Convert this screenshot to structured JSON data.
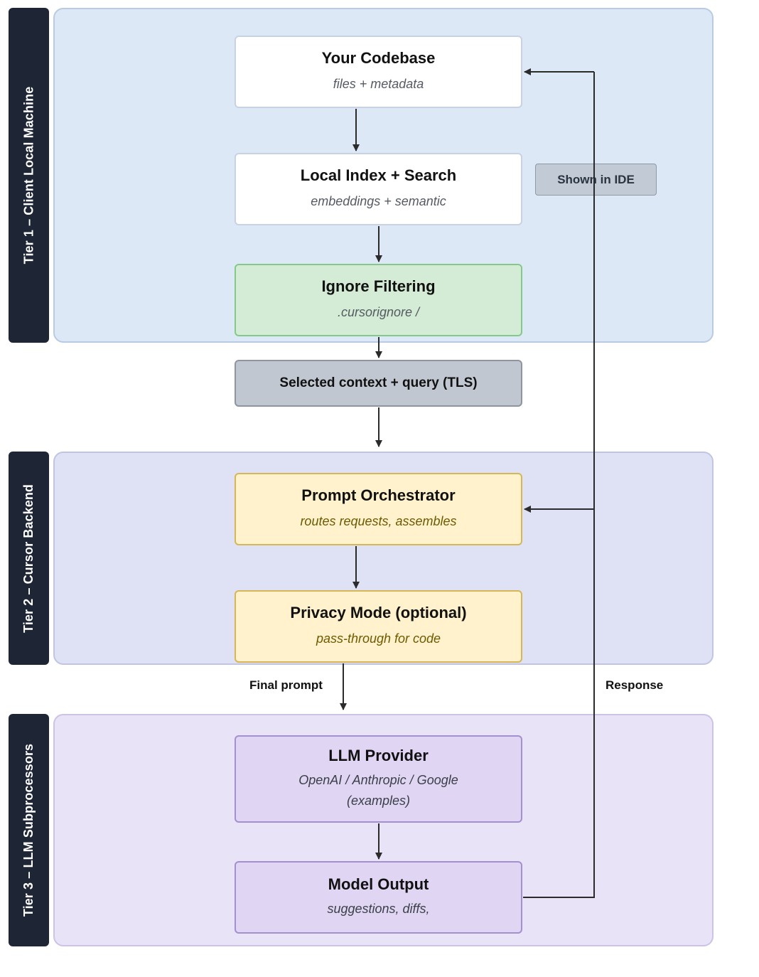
{
  "tiers": [
    {
      "label": "Tier 1 – Client Local Machine"
    },
    {
      "label": "Tier 2 – Cursor Backend"
    },
    {
      "label": "Tier 3 – LLM Subprocessors"
    }
  ],
  "nodes": {
    "codebase": {
      "title": "Your Codebase",
      "subtitle": "files + metadata"
    },
    "local_index": {
      "title": "Local Index + Search",
      "subtitle": "embeddings + semantic"
    },
    "ignore_filtering": {
      "title": "Ignore Filtering",
      "subtitle": ".cursorignore /"
    },
    "selected_context": {
      "title": "Selected context + query (TLS)"
    },
    "prompt_orchestrator": {
      "title": "Prompt Orchestrator",
      "subtitle": "routes requests, assembles"
    },
    "privacy_mode": {
      "title": "Privacy Mode (optional)",
      "subtitle": "pass-through for code"
    },
    "llm_provider": {
      "title": "LLM Provider",
      "subtitle": "OpenAI / Anthropic / Google (examples)"
    },
    "model_output": {
      "title": "Model Output",
      "subtitle": "suggestions, diffs,"
    }
  },
  "badge": {
    "shown_in_ide": "Shown in IDE"
  },
  "edge_labels": {
    "final_prompt": "Final prompt",
    "response": "Response"
  },
  "colors": {
    "tier1_bg": "#dde8f6",
    "tier2_bg": "#dfe1f4",
    "tier3_bg": "#e8e3f6",
    "tier_label_bg": "#1e2535",
    "green_box": "#d4ecd5",
    "yellow_box": "#fff2cc",
    "purple_box": "#e1d5f4",
    "gray_box": "#c1c7d0"
  }
}
